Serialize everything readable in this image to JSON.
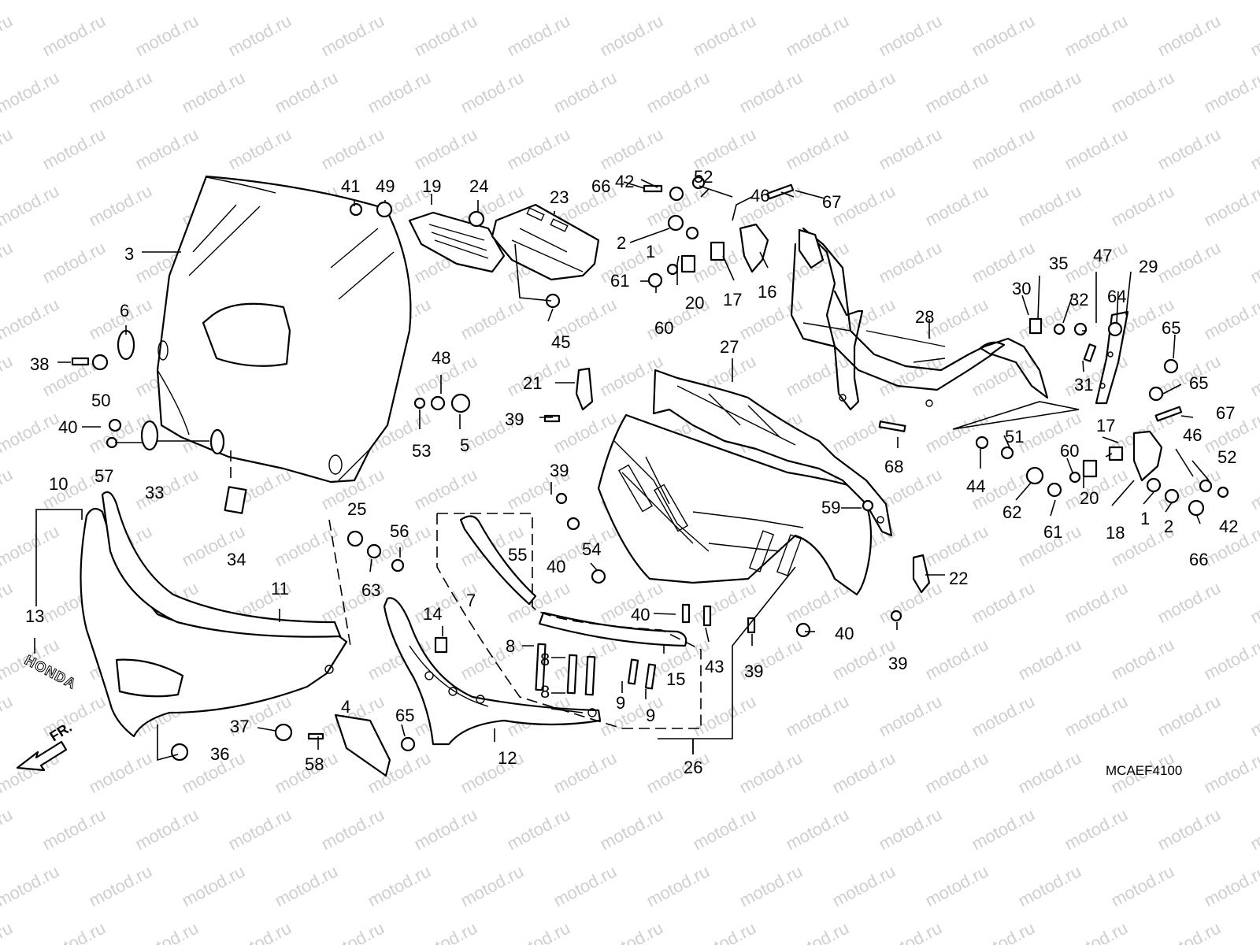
{
  "watermark_text": "motod.ru",
  "diagram_code": "MCAEF4100",
  "brand_emblem_text": "HONDA",
  "direction_label": "FR.",
  "callouts": {
    "c1a": "1",
    "c1b": "1",
    "c2a": "2",
    "c2b": "2",
    "c3": "3",
    "c4": "4",
    "c5": "5",
    "c6": "6",
    "c7": "7",
    "c8a": "8",
    "c8b": "8",
    "c8c": "8",
    "c9a": "9",
    "c9b": "9",
    "c10": "10",
    "c11": "11",
    "c12": "12",
    "c13": "13",
    "c14": "14",
    "c15": "15",
    "c16": "16",
    "c17a": "17",
    "c17b": "17",
    "c18": "18",
    "c19": "19",
    "c20a": "20",
    "c20b": "20",
    "c21": "21",
    "c22": "22",
    "c23": "23",
    "c24": "24",
    "c25": "25",
    "c26": "26",
    "c27": "27",
    "c28": "28",
    "c29": "29",
    "c30": "30",
    "c31": "31",
    "c32": "32",
    "c33": "33",
    "c34": "34",
    "c35": "35",
    "c36": "36",
    "c37": "37",
    "c38": "38",
    "c39a": "39",
    "c39b": "39",
    "c39c": "39",
    "c39d": "39",
    "c40a": "40",
    "c40b": "40",
    "c40c": "40",
    "c40d": "40",
    "c41": "41",
    "c42a": "42",
    "c42b": "42",
    "c43": "43",
    "c44": "44",
    "c45": "45",
    "c46a": "46",
    "c46b": "46",
    "c47": "47",
    "c48": "48",
    "c49": "49",
    "c50": "50",
    "c51": "51",
    "c52a": "52",
    "c52b": "52",
    "c53": "53",
    "c54": "54",
    "c55": "55",
    "c56": "56",
    "c57": "57",
    "c58": "58",
    "c59": "59",
    "c60a": "60",
    "c60b": "60",
    "c61a": "61",
    "c61b": "61",
    "c62": "62",
    "c63": "63",
    "c64": "64",
    "c65a": "65",
    "c65b": "65",
    "c65c": "65",
    "c66a": "66",
    "c66b": "66",
    "c67a": "67",
    "c67b": "67",
    "c68": "68"
  }
}
